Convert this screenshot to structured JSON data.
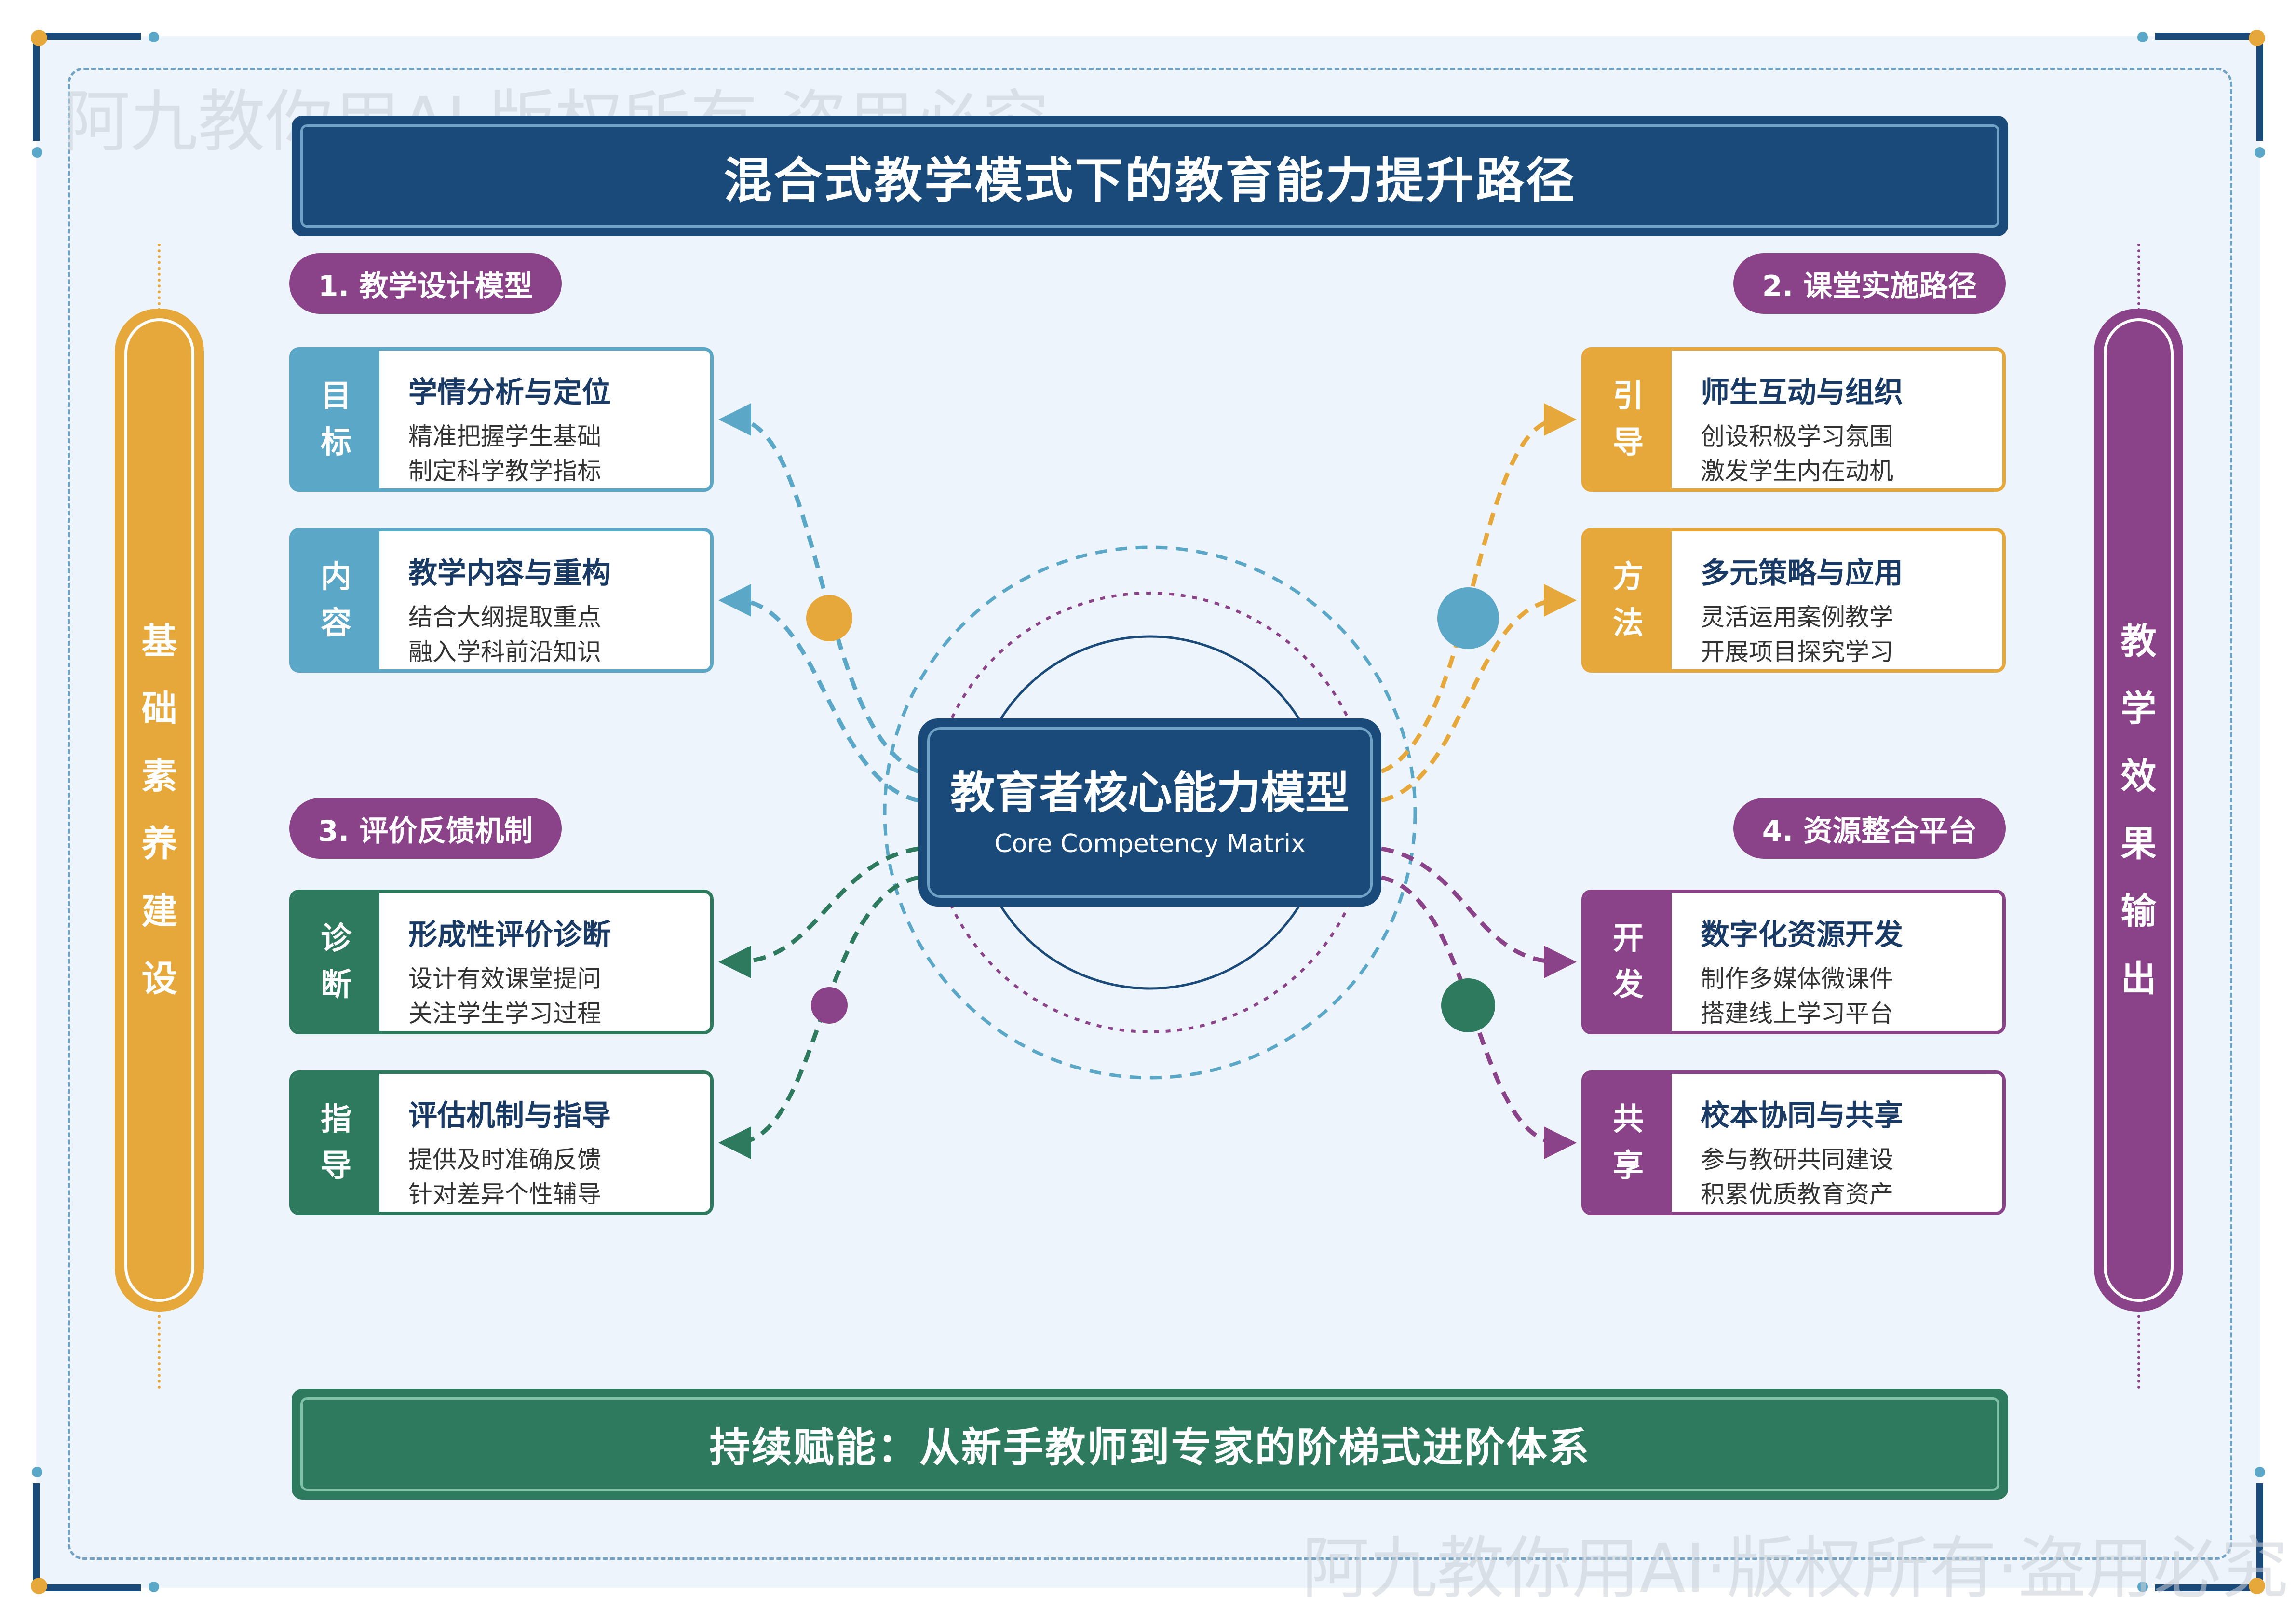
{
  "watermark": "阿九教你用AI·版权所有·盗用必究",
  "title": "混合式教学模式下的教育能力提升路径",
  "bottom_banner": "持续赋能：从新手教师到专家的阶梯式进阶体系",
  "left_pillar": "基础素养建设",
  "right_pillar": "教学效果输出",
  "core": {
    "title": "教育者核心能力模型",
    "subtitle": "Core Competency Matrix"
  },
  "sections": {
    "s1": "1. 教学设计模型",
    "s2": "2. 课堂实施路径",
    "s3": "3. 评价反馈机制",
    "s4": "4. 资源整合平台"
  },
  "cards": {
    "c1": {
      "tab": "目标",
      "title": "学情分析与定位",
      "line1": "精准把握学生基础",
      "line2": "制定科学教学指标"
    },
    "c2": {
      "tab": "内容",
      "title": "教学内容与重构",
      "line1": "结合大纲提取重点",
      "line2": "融入学科前沿知识"
    },
    "c3": {
      "tab": "引导",
      "title": "师生互动与组织",
      "line1": "创设积极学习氛围",
      "line2": "激发学生内在动机"
    },
    "c4": {
      "tab": "方法",
      "title": "多元策略与应用",
      "line1": "灵活运用案例教学",
      "line2": "开展项目探究学习"
    },
    "c5": {
      "tab": "诊断",
      "title": "形成性评价诊断",
      "line1": "设计有效课堂提问",
      "line2": "关注学生学习过程"
    },
    "c6": {
      "tab": "指导",
      "title": "评估机制与指导",
      "line1": "提供及时准确反馈",
      "line2": "针对差异个性辅导"
    },
    "c7": {
      "tab": "开发",
      "title": "数字化资源开发",
      "line1": "制作多媒体微课件",
      "line2": "搭建线上学习平台"
    },
    "c8": {
      "tab": "共享",
      "title": "校本协同与共享",
      "line1": "参与教研共同建设",
      "line2": "积累优质教育资产"
    }
  },
  "colors": {
    "navy": "#1a4a7a",
    "blue": "#5ba7c8",
    "orange": "#e6a83a",
    "green": "#2d7a5e",
    "purple": "#8a4389",
    "background": "#eef4fb"
  }
}
